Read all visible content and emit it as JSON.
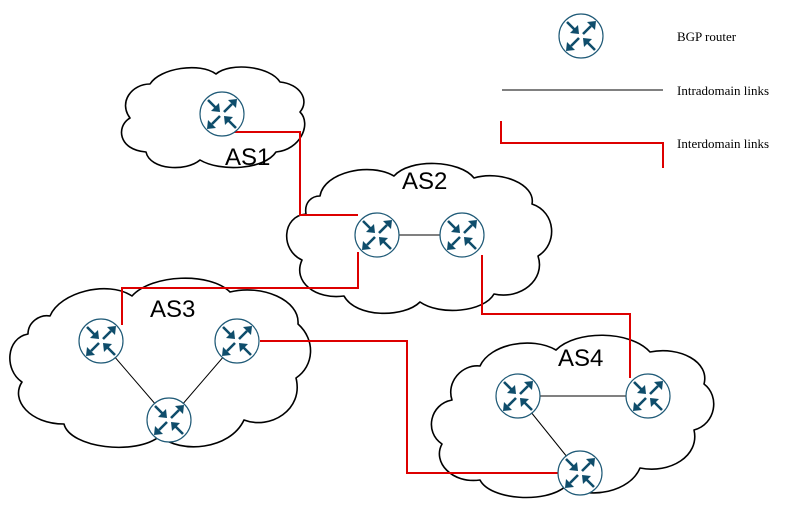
{
  "autonomous_systems": [
    {
      "id": "as1",
      "label": "AS1"
    },
    {
      "id": "as2",
      "label": "AS2"
    },
    {
      "id": "as3",
      "label": "AS3"
    },
    {
      "id": "as4",
      "label": "AS4"
    }
  ],
  "routers": [
    {
      "id": "r1",
      "as": "AS1"
    },
    {
      "id": "r2a",
      "as": "AS2"
    },
    {
      "id": "r2b",
      "as": "AS2"
    },
    {
      "id": "r3a",
      "as": "AS3"
    },
    {
      "id": "r3b",
      "as": "AS3"
    },
    {
      "id": "r3c",
      "as": "AS3"
    },
    {
      "id": "r4a",
      "as": "AS4"
    },
    {
      "id": "r4b",
      "as": "AS4"
    },
    {
      "id": "r4c",
      "as": "AS4"
    }
  ],
  "intradomain_links": [
    {
      "from": "r2a",
      "to": "r2b"
    },
    {
      "from": "r3a",
      "to": "r3c"
    },
    {
      "from": "r3b",
      "to": "r3c"
    },
    {
      "from": "r4a",
      "to": "r4b"
    },
    {
      "from": "r4a",
      "to": "r4c"
    }
  ],
  "interdomain_links": [
    {
      "from": "r1",
      "to": "r2a"
    },
    {
      "from": "r2a",
      "to": "r3a"
    },
    {
      "from": "r2b",
      "to": "r4b"
    },
    {
      "from": "r3b",
      "to": "r4c"
    }
  ],
  "legend": {
    "router_label": "BGP router",
    "intradomain_label": "Intradomain links",
    "interdomain_label": "Interdomain links"
  },
  "colors": {
    "interdomain_link": "#dd0000",
    "intradomain_link": "#000000",
    "router_icon": "#0f4d6b"
  }
}
